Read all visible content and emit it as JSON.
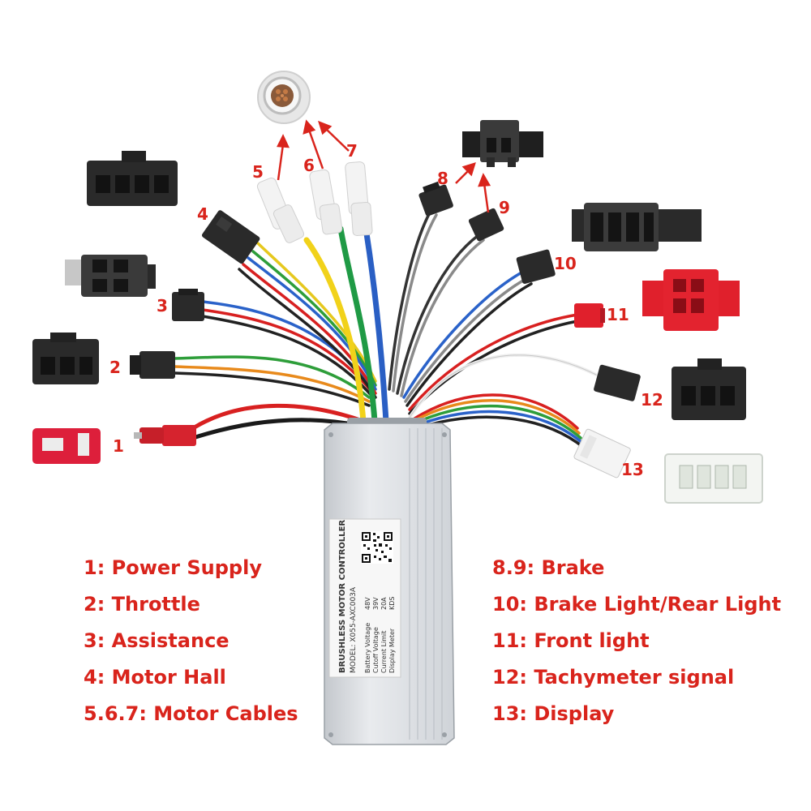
{
  "diagram": {
    "connector_labels": [
      "1",
      "2",
      "3",
      "4",
      "5",
      "6",
      "7",
      "8",
      "9",
      "10",
      "11",
      "12",
      "13"
    ],
    "legend_left": [
      "1: Power Supply",
      "2: Throttle",
      "3: Assistance",
      "4: Motor Hall",
      "5.6.7: Motor Cables"
    ],
    "legend_right": [
      "8.9: Brake",
      "10: Brake Light/Rear Light",
      "11: Front light",
      "12: Tachymeter signal",
      "13: Display"
    ],
    "controller_plate": {
      "heading": "BRUSHLESS MOTOR CONTROLLER",
      "model": "MODEL: X055-AXC003A",
      "spec_names": [
        "Battery Voltage",
        "Cutoff Voltage",
        "Current Limit",
        "Display Meter"
      ],
      "spec_values": [
        "48V",
        "39V",
        "20A",
        "KDS"
      ]
    },
    "colors": {
      "label_red": "#d9241c",
      "connector_black": "#2b2b2b",
      "connector_red": "#e0202c",
      "connector_white": "#f4f4f4",
      "housing_silver": "#d6d9dd"
    }
  }
}
